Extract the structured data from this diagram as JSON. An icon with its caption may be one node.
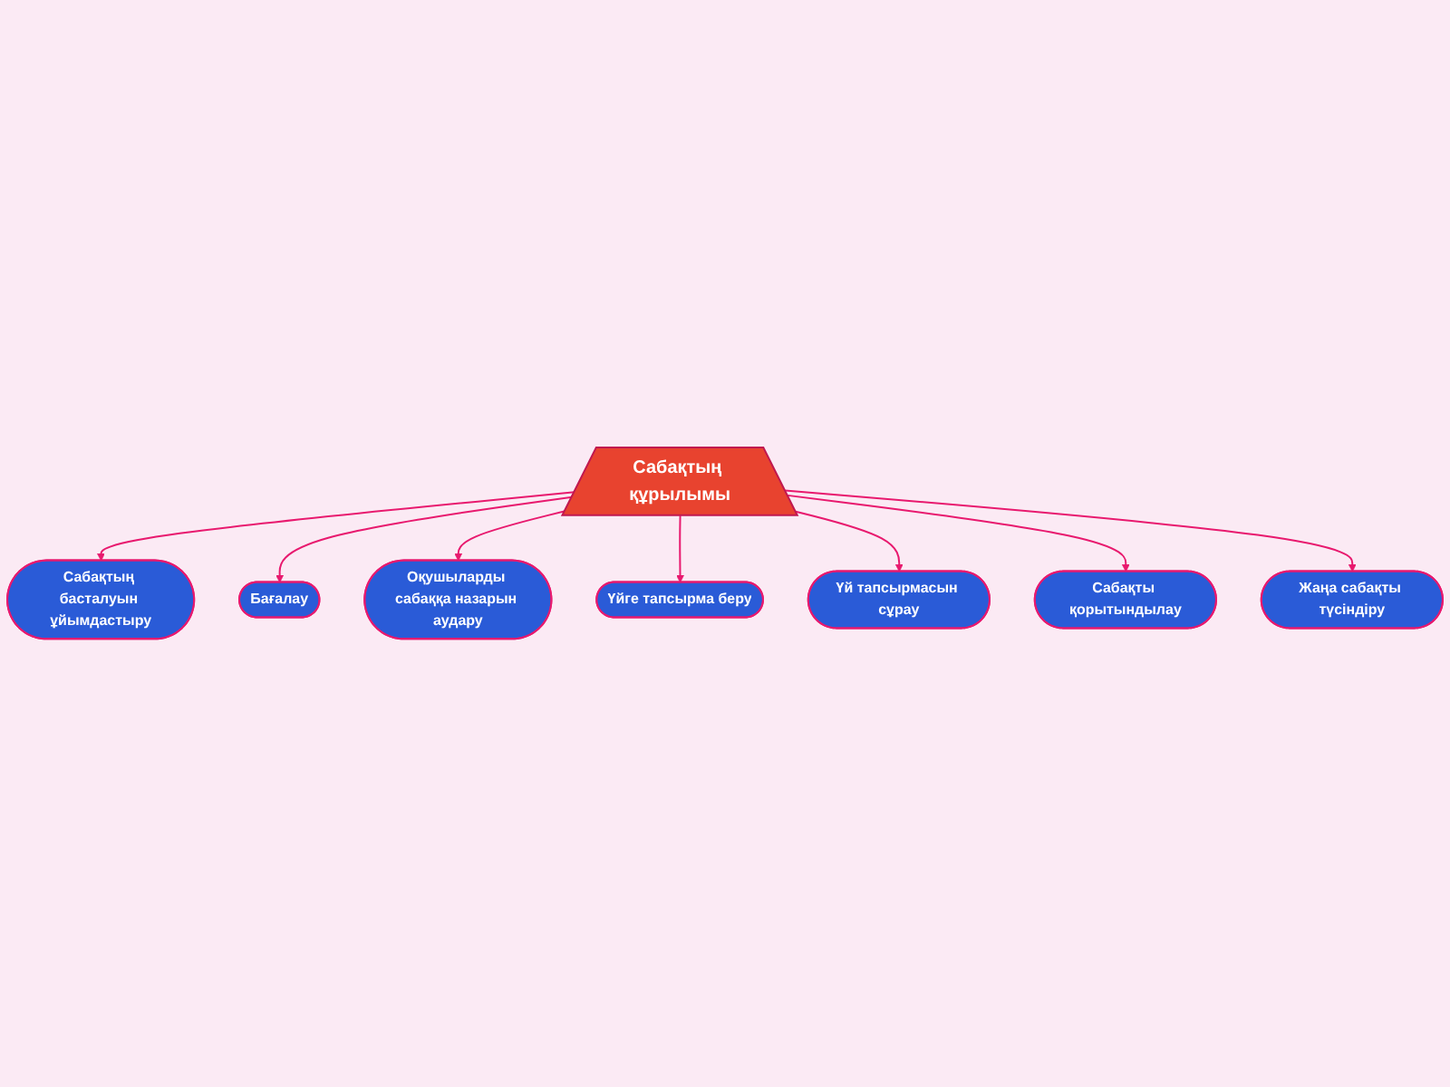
{
  "diagram": {
    "nodes": [
      {
        "text": [
          "Сабақтың құрылымы"
        ]
      },
      {
        "text": [
          "Сабақтың басталуын ұйымдастыру"
        ]
      },
      {
        "text": [
          "Бағалау"
        ]
      },
      {
        "text": [
          "Оқушыларды сабаққа назарын аудару"
        ]
      },
      {
        "text": [
          "Үйге тапсырма беру"
        ]
      },
      {
        "text": [
          "Үй тапсырмасын сұрау"
        ]
      },
      {
        "text": [
          "Сабақты қорытындылау"
        ]
      },
      {
        "text": [
          "Жаңа сабақты түсіндіру"
        ]
      }
    ],
    "edges": [
      {
        "from": 0,
        "to": 1,
        "arrow": "to"
      },
      {
        "from": 0,
        "to": 2,
        "arrow": "to"
      },
      {
        "from": 0,
        "to": 3,
        "arrow": "to"
      },
      {
        "from": 0,
        "to": 4,
        "arrow": "to"
      },
      {
        "from": 0,
        "to": 5,
        "arrow": "to"
      },
      {
        "from": 0,
        "to": 6,
        "arrow": "to"
      },
      {
        "from": 0,
        "to": 7,
        "arrow": "to"
      }
    ]
  }
}
